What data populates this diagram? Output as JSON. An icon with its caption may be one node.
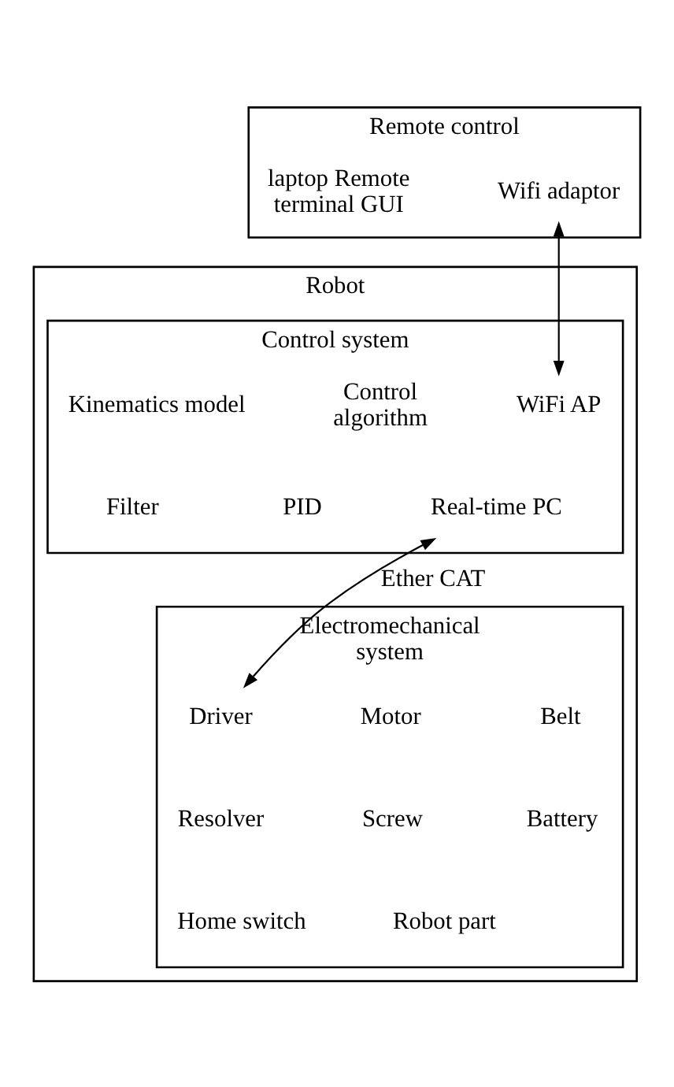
{
  "diagram": {
    "nodes": [
      {
        "text": [
          "Remote control"
        ]
      },
      {
        "text": [
          "laptop Remote terminal GUI"
        ],
        "in": 0
      },
      {
        "text": [
          "Wifi adaptor"
        ],
        "in": 0
      },
      {
        "text": [
          "Robot"
        ]
      },
      {
        "text": [
          "Control system"
        ],
        "in": 3
      },
      {
        "text": [
          "Kinematics model"
        ],
        "in": 4
      },
      {
        "text": [
          "Control algorithm"
        ],
        "in": 4
      },
      {
        "text": [
          "WiFi AP"
        ],
        "in": 4
      },
      {
        "text": [
          "Filter"
        ],
        "in": 4
      },
      {
        "text": [
          "PID"
        ],
        "in": 4
      },
      {
        "text": [
          "Real-time PC"
        ],
        "in": 4
      },
      {
        "text": [
          "Electromechanical system"
        ],
        "in": 3
      },
      {
        "text": [
          "Driver"
        ],
        "in": 11
      },
      {
        "text": [
          "Motor"
        ],
        "in": 11
      },
      {
        "text": [
          "Belt"
        ],
        "in": 11
      },
      {
        "text": [
          "Resolver"
        ],
        "in": 11
      },
      {
        "text": [
          "Screw"
        ],
        "in": 11
      },
      {
        "text": [
          "Battery"
        ],
        "in": 11
      },
      {
        "text": [
          "Home switch"
        ],
        "in": 11
      },
      {
        "text": [
          "Robot part"
        ],
        "in": 11
      }
    ],
    "edges": [
      {
        "from": 2,
        "to": 7,
        "arrow": "both"
      },
      {
        "from": 10,
        "to": 12,
        "arrow": "both",
        "label": "Ether CAT"
      }
    ]
  }
}
